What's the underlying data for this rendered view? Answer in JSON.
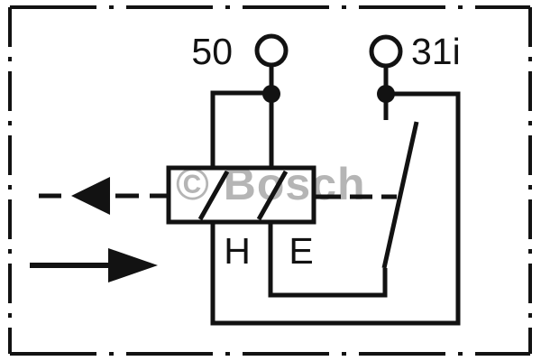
{
  "diagram": {
    "type": "wiring-schematic",
    "colors": {
      "line": "#121212",
      "watermark": "#b5b5b5",
      "background": "#ffffff"
    },
    "watermark_text": "© Bosch",
    "terminals": {
      "t50": "50",
      "t31i": "31i"
    },
    "windings": {
      "hold": "H",
      "pull_in": "E"
    }
  }
}
